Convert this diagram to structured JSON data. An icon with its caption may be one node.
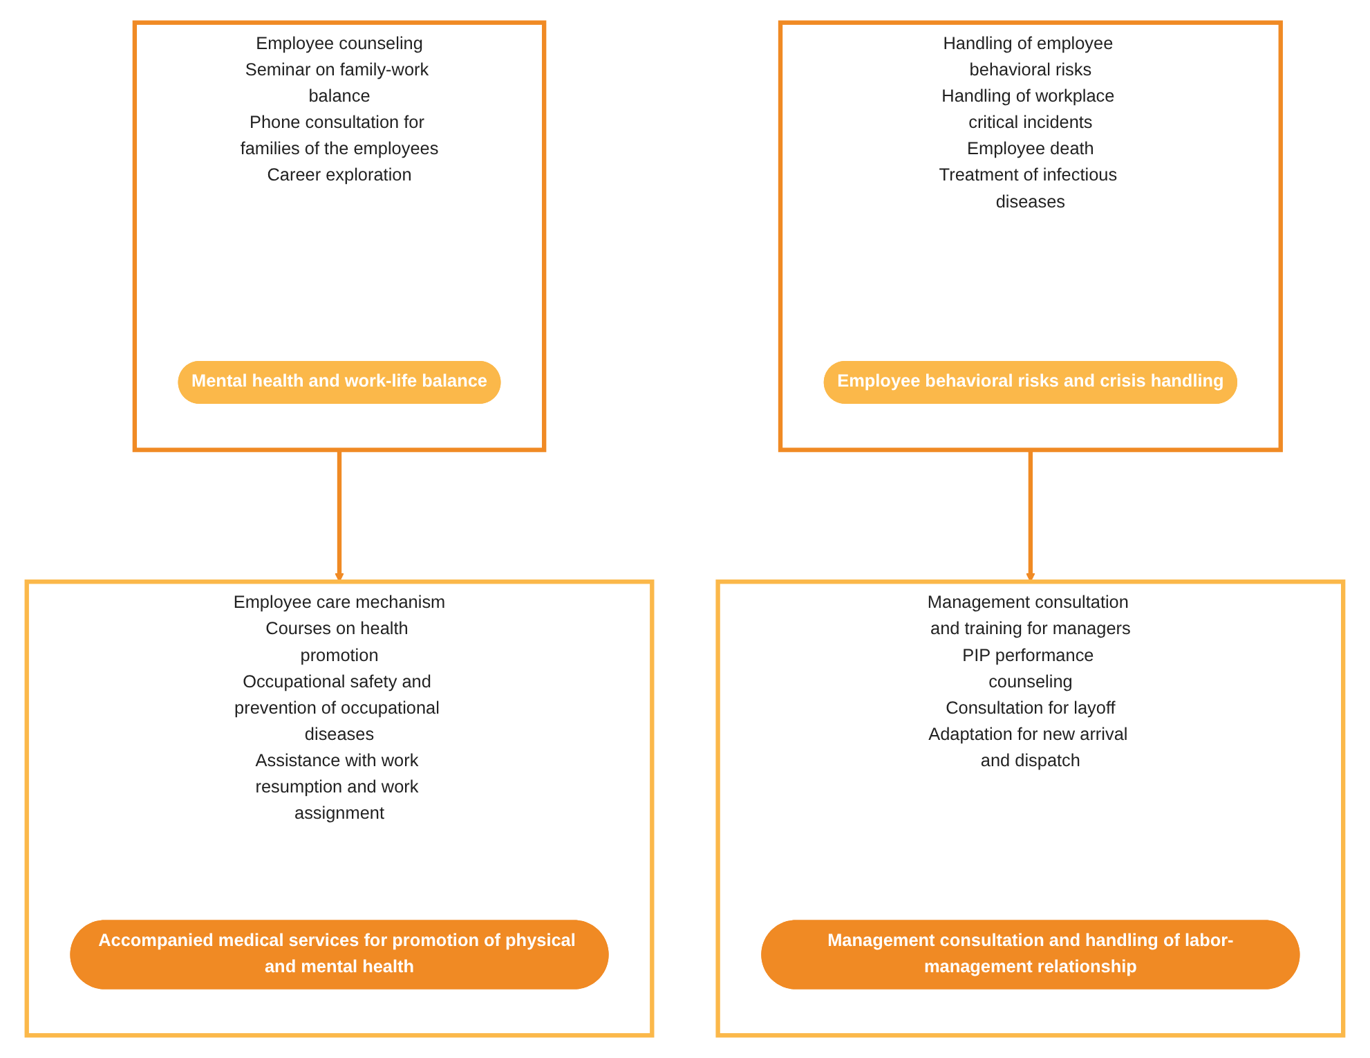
{
  "diagram": {
    "nodes": [
      {
        "text": [
          "Handling of employee behavioral risks",
          "Handling of workplace critical incidents",
          "Employee death",
          "Treatment of infectious diseases"
        ]
      },
      {
        "text": [
          "Employee behavioral risks and crisis handling"
        ],
        "in": 0
      },
      {
        "text": [
          "Management consultation and training for managers",
          "PIP performance counseling",
          "Consultation for layoff",
          "Adaptation for new arrival and dispatch"
        ]
      },
      {
        "text": [
          "Management consultation and handling of labor-management relationship"
        ],
        "in": 2
      },
      {
        "text": [
          "Employee care mechanism",
          "Courses on health promotion",
          "Occupational safety and prevention of occupational diseases",
          "Assistance with work resumption and work assignment"
        ]
      },
      {
        "text": [
          "Accompanied medical services for promotion of physical and mental health"
        ],
        "in": 4
      },
      {
        "text": [
          "Employee counseling",
          "Seminar on family-work balance",
          "Phone consultation for families of the employees",
          "Career exploration"
        ]
      },
      {
        "text": [
          "Mental health and work-life balance"
        ],
        "in": 6
      }
    ],
    "edges": [
      {
        "from": 0,
        "to": 2,
        "arrow": "to"
      },
      {
        "from": 6,
        "to": 4,
        "arrow": "to"
      }
    ]
  }
}
